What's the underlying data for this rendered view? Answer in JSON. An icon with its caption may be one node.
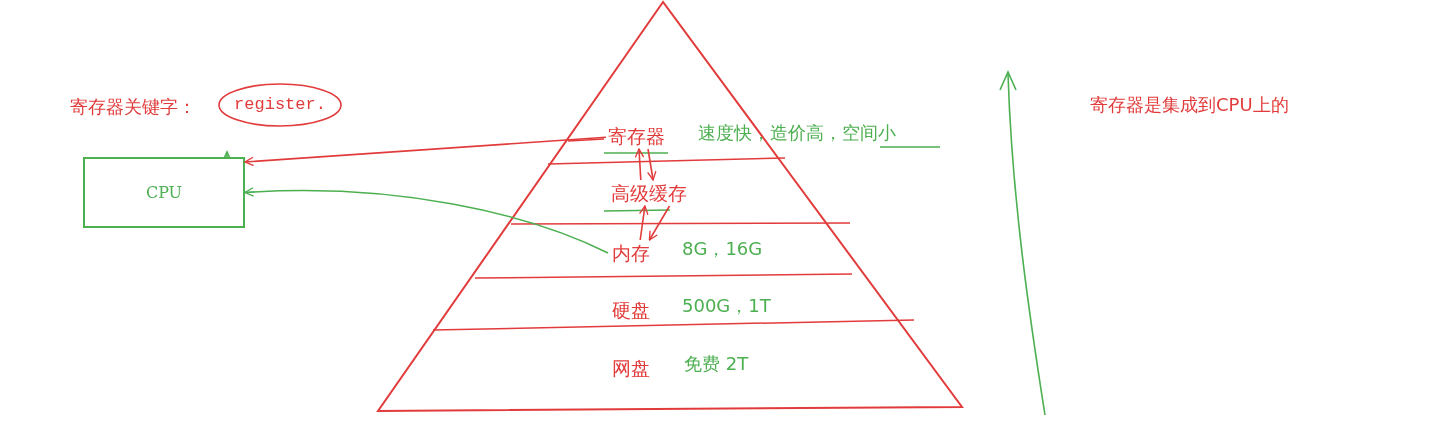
{
  "diagram": {
    "nodes": [
      {
        "text": [
          "CPU"
        ]
      },
      {
        "text": [
          "register."
        ]
      },
      {
        "text": [],
        "shape": "triangle"
      },
      {
        "text": [
          "寄存器"
        ],
        "in": 2,
        "beside": [
          "速度快，造价高，空间小"
        ]
      },
      {
        "text": [
          "高级缓存"
        ],
        "in": 2
      },
      {
        "text": [
          "内存"
        ],
        "in": 2,
        "beside": [
          "8G，16G"
        ]
      },
      {
        "text": [
          "硬盘"
        ],
        "in": 2,
        "beside": [
          "500G，1T"
        ]
      },
      {
        "text": [
          "网盘"
        ],
        "in": 2,
        "beside": [
          "免费 2T"
        ]
      }
    ],
    "edges": [
      {
        "from": 3,
        "to": 0,
        "arrow": "to"
      },
      {
        "from": 5,
        "to": 0,
        "arrow": "to",
        "color": "#4caf50"
      },
      {
        "from": 3,
        "to": 4,
        "arrow": "to"
      },
      {
        "from": 4,
        "to": 3,
        "arrow": "to"
      },
      {
        "from": 4,
        "to": 5,
        "arrow": "to"
      },
      {
        "from": 5,
        "to": 4,
        "arrow": "to"
      }
    ],
    "labels": [
      "寄存器关键字：",
      "寄存器是集成到CPU上的"
    ]
  }
}
